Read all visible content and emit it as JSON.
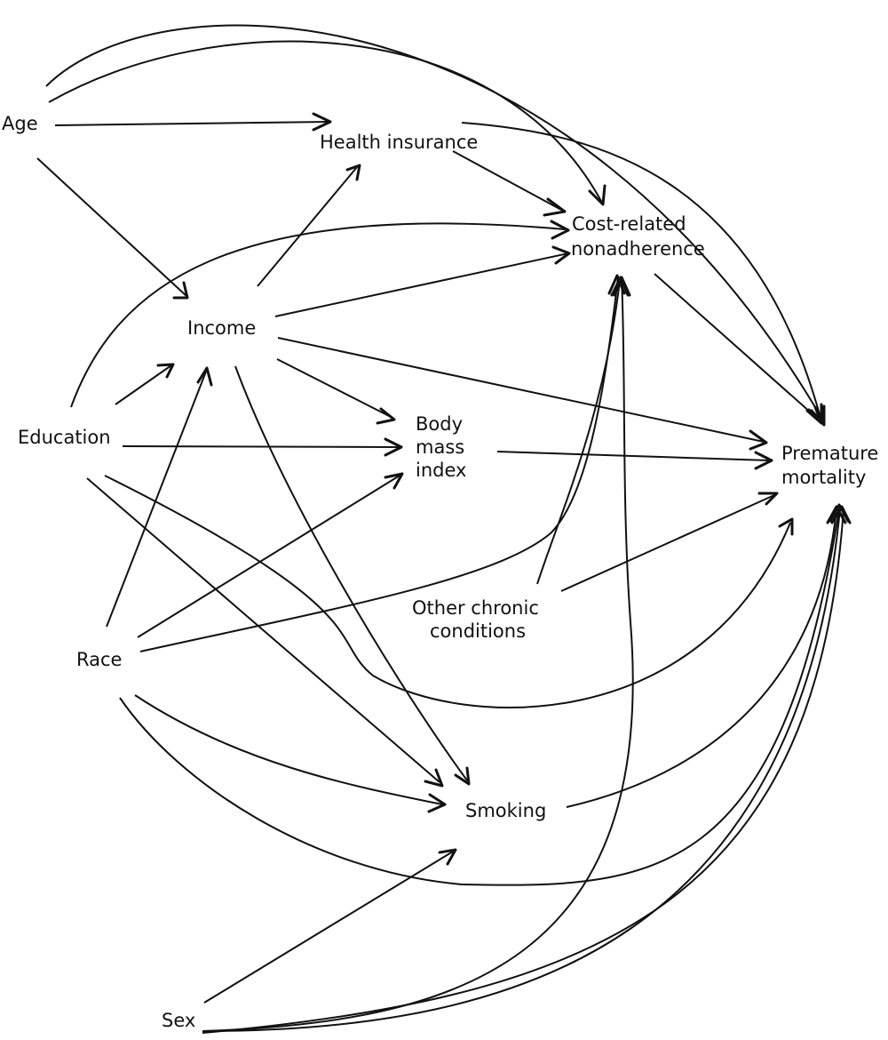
{
  "nodes": {
    "age": "Age",
    "health_insurance": "Health insurance",
    "cost_related_line1": "Cost-related",
    "cost_related_line2": "nonadherence",
    "income": "Income",
    "education": "Education",
    "bmi_line1": "Body",
    "bmi_line2": "mass",
    "bmi_line3": "index",
    "premature_line1": "Premature",
    "premature_line2": "mortality",
    "other_chronic_line1": "Other chronic",
    "other_chronic_line2": "conditions",
    "race": "Race",
    "smoking": "Smoking",
    "sex": "Sex"
  },
  "edges": [
    {
      "from": "Age",
      "to": "Health insurance"
    },
    {
      "from": "Age",
      "to": "Income"
    },
    {
      "from": "Age",
      "to": "Cost-related nonadherence"
    },
    {
      "from": "Age",
      "to": "Premature mortality"
    },
    {
      "from": "Health insurance",
      "to": "Cost-related nonadherence"
    },
    {
      "from": "Health insurance",
      "to": "Premature mortality"
    },
    {
      "from": "Income",
      "to": "Health insurance"
    },
    {
      "from": "Income",
      "to": "Cost-related nonadherence"
    },
    {
      "from": "Income",
      "to": "Body mass index"
    },
    {
      "from": "Income",
      "to": "Premature mortality"
    },
    {
      "from": "Income",
      "to": "Smoking"
    },
    {
      "from": "Education",
      "to": "Income"
    },
    {
      "from": "Education",
      "to": "Cost-related nonadherence"
    },
    {
      "from": "Education",
      "to": "Body mass index"
    },
    {
      "from": "Education",
      "to": "Smoking"
    },
    {
      "from": "Education",
      "to": "Premature mortality"
    },
    {
      "from": "Race",
      "to": "Income"
    },
    {
      "from": "Race",
      "to": "Body mass index"
    },
    {
      "from": "Race",
      "to": "Cost-related nonadherence"
    },
    {
      "from": "Race",
      "to": "Smoking"
    },
    {
      "from": "Race",
      "to": "Premature mortality"
    },
    {
      "from": "Cost-related nonadherence",
      "to": "Premature mortality"
    },
    {
      "from": "Body mass index",
      "to": "Premature mortality"
    },
    {
      "from": "Other chronic conditions",
      "to": "Cost-related nonadherence"
    },
    {
      "from": "Other chronic conditions",
      "to": "Premature mortality"
    },
    {
      "from": "Smoking",
      "to": "Premature mortality"
    },
    {
      "from": "Sex",
      "to": "Smoking"
    },
    {
      "from": "Sex",
      "to": "Cost-related nonadherence"
    },
    {
      "from": "Sex",
      "to": "Premature mortality"
    }
  ]
}
